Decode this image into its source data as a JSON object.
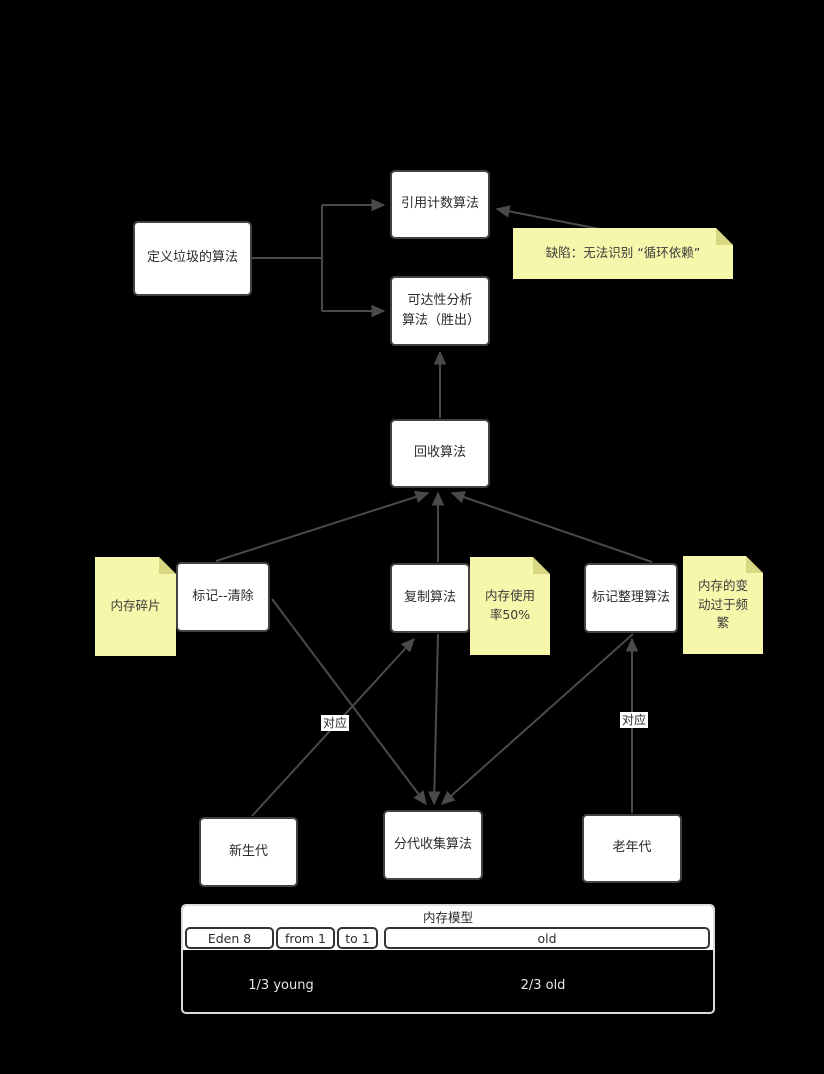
{
  "nodes": {
    "define_garbage": {
      "label": "定义垃圾的算法"
    },
    "ref_counting": {
      "label": "引用计数算法"
    },
    "reachability": {
      "label": "可达性分析算法（胜出）"
    },
    "recycle": {
      "label": "回收算法"
    },
    "mark_sweep": {
      "label": "标记--清除"
    },
    "copying": {
      "label": "复制算法"
    },
    "mark_compact": {
      "label": "标记整理算法"
    },
    "young_gen": {
      "label": "新生代"
    },
    "generational": {
      "label": "分代收集算法"
    },
    "old_gen": {
      "label": "老年代"
    }
  },
  "notes": {
    "ref_counting_defect": {
      "text": "缺陷：无法识别 “循环依赖”"
    },
    "mark_sweep_issue": {
      "text": "内存碎片"
    },
    "copying_issue": {
      "text": "内存使用率50%"
    },
    "mark_compact_issue": {
      "text": "内存的变动过于频繁"
    }
  },
  "edge_labels": {
    "young_to_copying": "对应",
    "old_to_compact": "对应"
  },
  "memory_model": {
    "title": "内存模型",
    "cells": [
      {
        "label": "Eden 8"
      },
      {
        "label": "from 1"
      },
      {
        "label": "to 1"
      },
      {
        "label": "old"
      }
    ],
    "braces": {
      "young": "1/3 young",
      "old": "2/3 old"
    }
  },
  "colors": {
    "background": "#000000",
    "node_fill": "#ffffff",
    "node_border": "#424242",
    "edge": "#4a4a4a",
    "note_fill": "#f7f7ac",
    "note_fold": "#d8d883",
    "model_border": "#dcdcdc",
    "brace": "#c8c8c8"
  }
}
